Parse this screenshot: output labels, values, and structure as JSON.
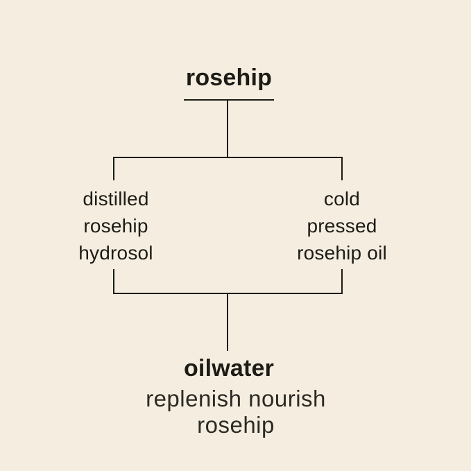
{
  "colors": {
    "background": "#f5eee0",
    "ink": "#1c1b16",
    "ink_soft": "#2b2a25"
  },
  "diagram": {
    "root": {
      "label": "rosehip"
    },
    "branches": [
      {
        "label": "distilled\nrosehip\nhydrosol"
      },
      {
        "label": "cold\npressed\nrosehip oil"
      }
    ],
    "result": {
      "label": "oilwater",
      "tagline": "replenish nourish rosehip"
    }
  }
}
